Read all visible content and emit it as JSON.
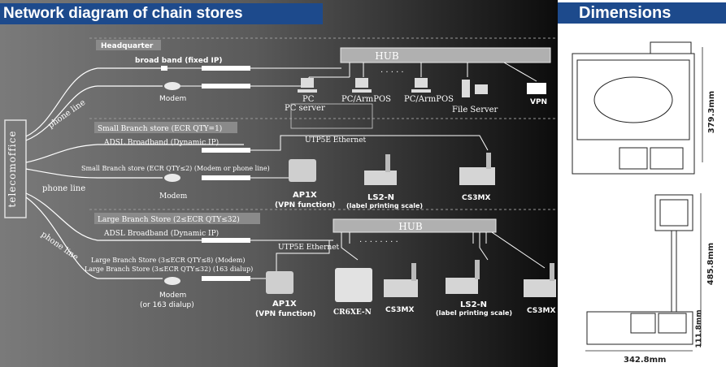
{
  "titles": {
    "network": "Network diagram of chain stores",
    "dimensions": "Dimensions"
  },
  "telecom": "telecomoffice",
  "phone_line_labels": [
    "phone line",
    "phone line",
    "phone line"
  ],
  "headquarter": {
    "label": "Headquarter",
    "broadband": "broad band (fixed IP)",
    "modem": "Modem",
    "hub": "HUB",
    "hub_dots": ". . . . .",
    "devices": [
      "PC",
      "PC server",
      "PC/ArmPOS",
      "PC/ArmPOS",
      "File Server",
      "VPN"
    ]
  },
  "small_branch": {
    "label": "Small Branch store (ECR QTY=1)",
    "adsl": "ADSL  Broadband (Dynamic IP)",
    "ethernet": "UTP5E Ethernet",
    "line2": "Small Branch store (ECR QTY≤2) (Modem or phone line)",
    "modem": "Modem",
    "devices": {
      "ap1x": "AP1X",
      "ap1x_sub": "(VPN function)",
      "ls2n": "LS2-N",
      "ls2n_sub": "(label printing scale)",
      "cs3mx": "CS3MX"
    }
  },
  "large_branch": {
    "label": "Large Branch Store (2≤ECR QTY≤32)",
    "adsl": "ADSL  Broadband (Dynamic IP)",
    "ethernet": "UTP5E Ethernet",
    "hub": "HUB",
    "hub_dots": ". . . . . . . .",
    "line_modem": "Large Branch Store (3≤ECR QTY≤8) (Modem)",
    "line_dialup": "Large Branch Store (3≤ECR QTY≤32) (163 dialup)",
    "modem": "Modem",
    "modem_sub": "(or 163 dialup)",
    "devices": {
      "ap1x": "AP1X",
      "ap1x_sub": "(VPN function)",
      "cr6xe": "CR6XE-N",
      "cs3mx_a": "CS3MX",
      "ls2n": "LS2-N",
      "ls2n_sub": "(label printing scale)",
      "cs3mx_b": "CS3MX"
    }
  },
  "dimensions": {
    "height_top": "379.3mm",
    "height_tower": "485.8mm",
    "height_base": "111.8mm",
    "width": "342.8mm"
  }
}
